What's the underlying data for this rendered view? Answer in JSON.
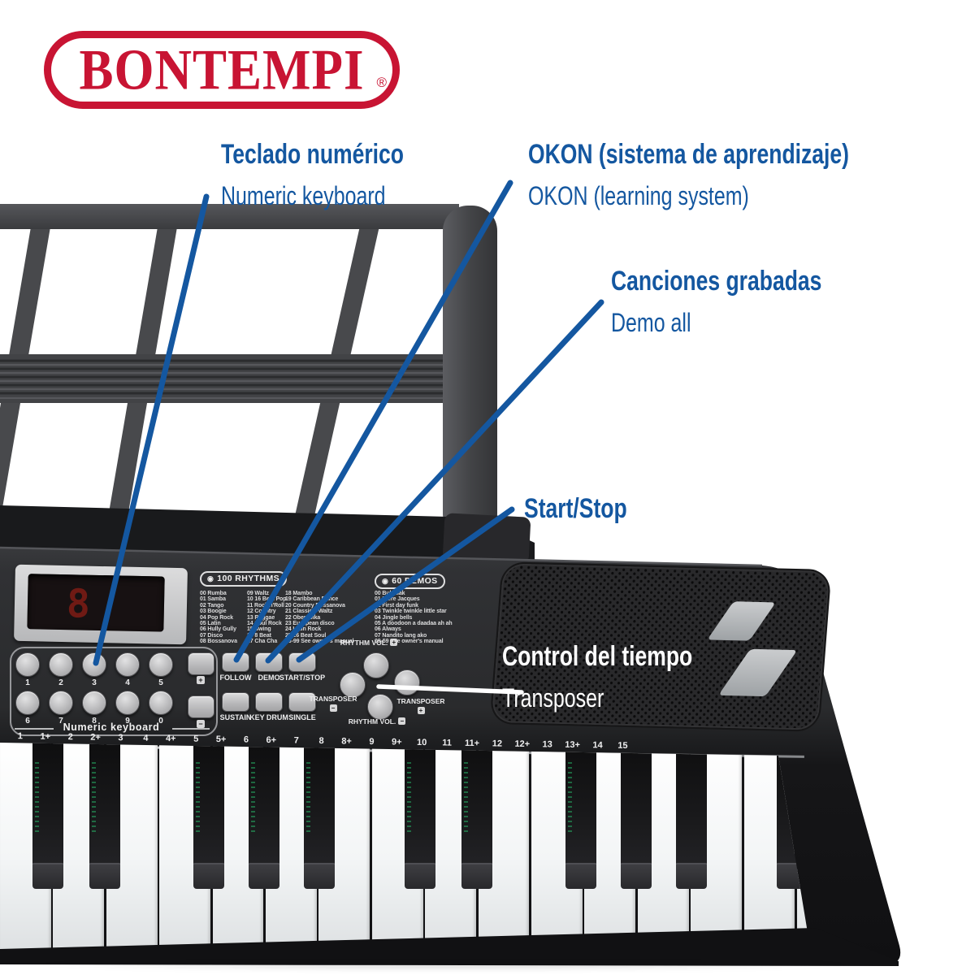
{
  "brand": {
    "name": "BONTEMPI",
    "registered": "®"
  },
  "colors": {
    "annotation_blue": "#1457a0",
    "brand_red": "#c81433"
  },
  "annotations": {
    "numeric_keyboard": {
      "title": "Teclado numérico",
      "subtitle": "Numeric keyboard"
    },
    "okon": {
      "title": "OKON (sistema de aprendizaje)",
      "subtitle": "OKON (learning system)"
    },
    "recorded_songs": {
      "title": "Canciones grabadas",
      "subtitle": "Demo all"
    },
    "start_stop": {
      "title": "Start/Stop"
    },
    "time_control": {
      "title": "Control del tiempo",
      "subtitle": "Transposer"
    }
  },
  "panel": {
    "lcd": {
      "value": "8"
    },
    "rhythms": {
      "header": "100 RHYTHMS",
      "col1": [
        "00 Rumba",
        "01 Samba",
        "02 Tango",
        "03 Boogie",
        "04 Pop Rock",
        "05 Latin",
        "06 Hully Gully",
        "07 Disco",
        "08 Bossanova"
      ],
      "col2": [
        "09 Waltz",
        "10 16 Beat Pop",
        "11 Rock'n'Roll",
        "12 Country",
        "13 Reggae",
        "14 Soul Rock",
        "15 Swing",
        "16 8 Beat",
        "17 Cha Cha"
      ],
      "col3": [
        "18 Mambo",
        "19 Caribbean Dance",
        "20 Country Bossanova",
        "21 Classical Waltz",
        "22 Oberpolka",
        "23 European disco",
        "24 Latin Rock",
        "25 16 Beat Soul",
        "26-99 See owner's manual"
      ]
    },
    "demos": {
      "header": "60 DEMOS",
      "items": [
        "00 Bulaklak",
        "01 Frère Jacques",
        "02 First day funk",
        "03 Twinkle twinkle little star",
        "04 Jingle bells",
        "05 A doodoon a daadaa ah ah",
        "06 Always",
        "07 Nandito lang ako",
        "09-59 See owner's manual"
      ]
    },
    "numeric": {
      "label": "Numeric keyboard",
      "row1": [
        "1",
        "2",
        "3",
        "4",
        "5"
      ],
      "row2": [
        "6",
        "7",
        "8",
        "9",
        "0"
      ],
      "plus": "+",
      "minus": "−"
    },
    "function_buttons": {
      "row1": [
        "FOLLOW",
        "DEMO",
        "START/STOP"
      ],
      "row2": [
        "SUSTAIN",
        "KEY DRUM",
        "SINGLE"
      ]
    },
    "cluster": {
      "top_label": "RHYTHM VOL.",
      "top_sign": "+",
      "bottom_label": "RHYTHM VOL.",
      "bottom_sign": "−",
      "left_label": "TRANSPOSER",
      "left_sign": "−",
      "right_label": "TRANSPOSER",
      "right_sign": "+"
    },
    "key_labels": [
      "1",
      "1+",
      "2",
      "2+",
      "3",
      "4",
      "4+",
      "5",
      "5+",
      "6",
      "6+",
      "7",
      "8",
      "8+",
      "9",
      "9+",
      "10",
      "11",
      "11+",
      "12",
      "12+",
      "13",
      "13+",
      "14",
      "15"
    ]
  },
  "keyboard": {
    "white_key_count": 16,
    "black_key_count": 11
  }
}
